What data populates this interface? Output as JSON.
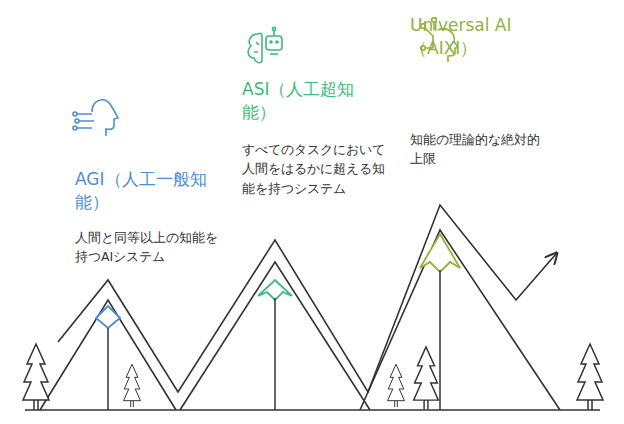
{
  "diagram": {
    "labels": [
      "AGI（人工一般知能）",
      "人間と同等以上の知能を持つAIシステム",
      "ASI（人工超知能）",
      "すべてのタスクにおいて人間をはるかに超える知能を持つシステム",
      "Universal AI（AIXI）",
      "知能の理論的な絶対的上限"
    ]
  }
}
